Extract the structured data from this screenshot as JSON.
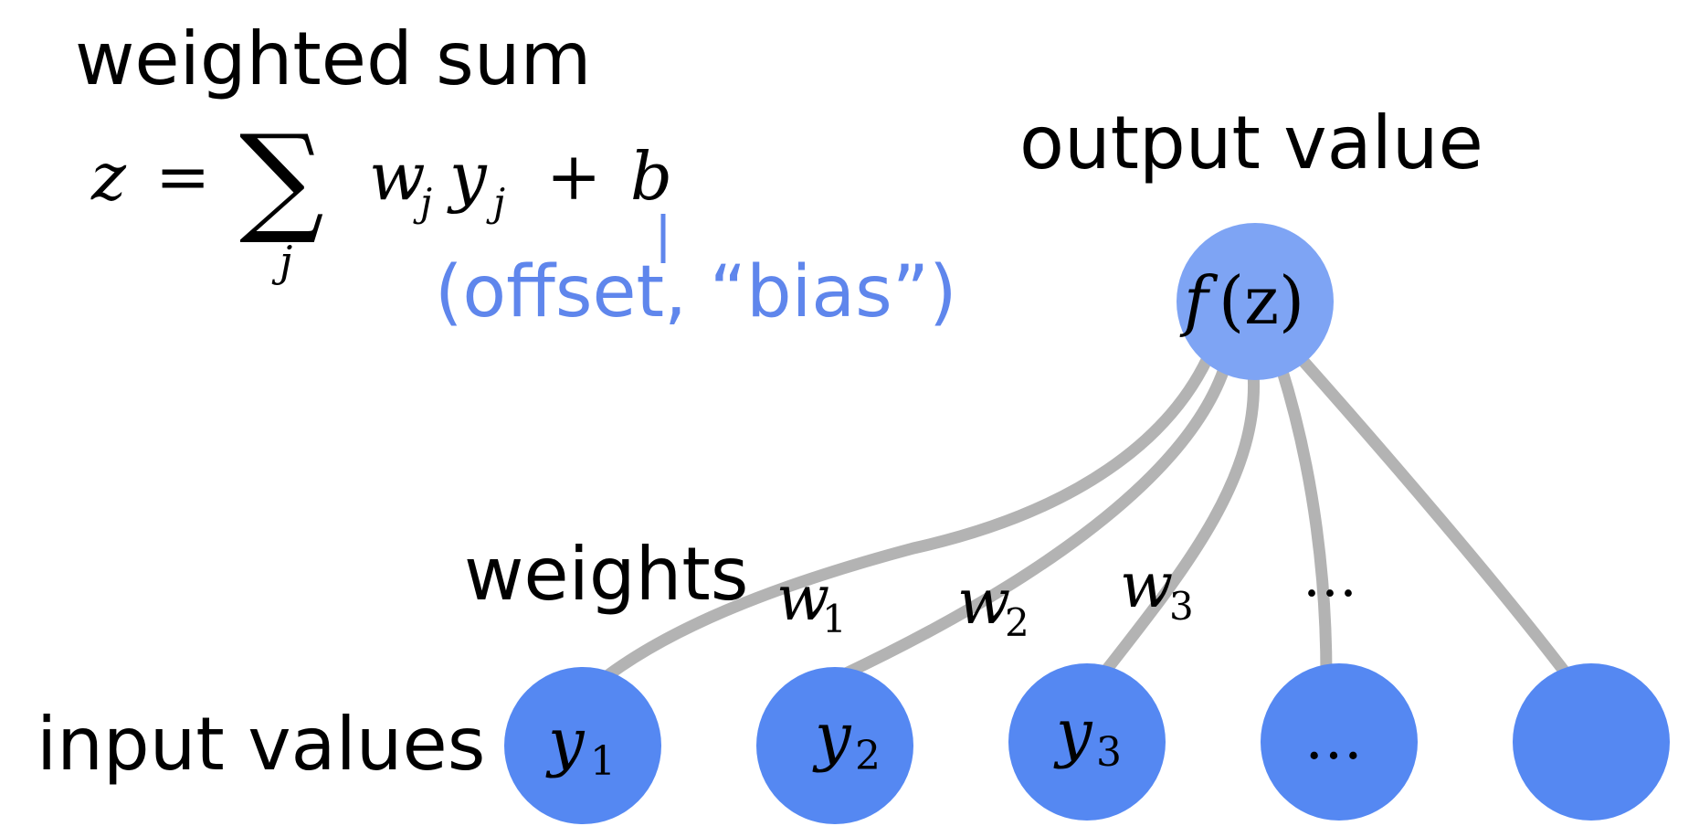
{
  "labels": {
    "weighted_sum": "weighted sum",
    "output_value": "output value",
    "weights": "weights",
    "input_values": "input values",
    "bias": "(offset, “bias”)"
  },
  "formula": {
    "lhs": "z",
    "equals": "=",
    "sum": "∑",
    "sum_index": "j",
    "term_w": "w",
    "term_w_sub": "j",
    "term_y": "y",
    "term_y_sub": "j",
    "plus": "+",
    "b": "b"
  },
  "output_node": {
    "func": "f",
    "arg": "(z)"
  },
  "weight_labels": [
    {
      "sym": "w",
      "sub": "1"
    },
    {
      "sym": "w",
      "sub": "2"
    },
    {
      "sym": "w",
      "sub": "3"
    },
    {
      "sym": "…",
      "sub": ""
    }
  ],
  "inputs": [
    {
      "sym": "y",
      "sub": "1"
    },
    {
      "sym": "y",
      "sub": "2"
    },
    {
      "sym": "y",
      "sub": "3"
    },
    {
      "sym": "…",
      "sub": ""
    },
    {
      "sym": "",
      "sub": ""
    }
  ],
  "colors": {
    "input_node": "#5588f2",
    "output_node": "#7ea4f4",
    "edge": "#b3b3b3",
    "bias_text": "#5f86ec"
  }
}
